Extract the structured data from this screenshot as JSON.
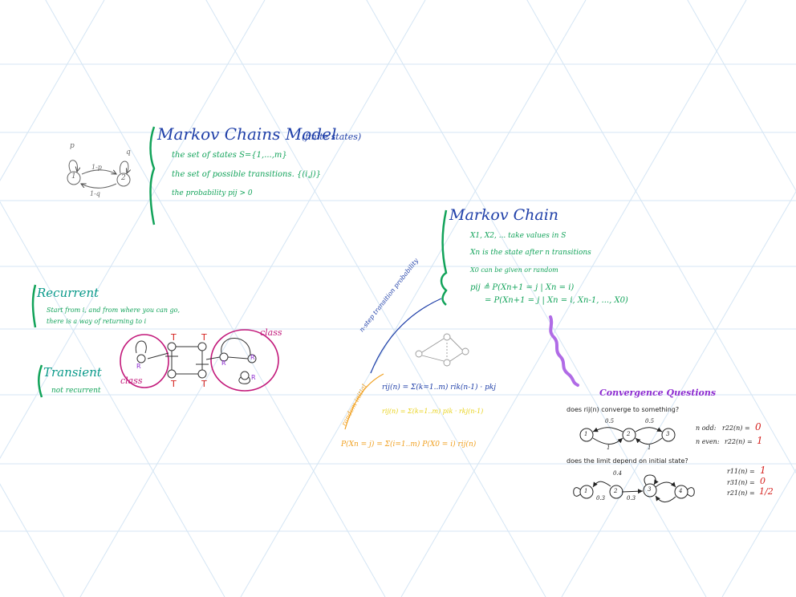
{
  "markov_model": {
    "title": "Markov Chains Model",
    "subtitle": "(finite states)",
    "bullets": [
      "the set of states S={1,...,m}",
      "the set of possible transitions. {(i,j)}",
      "the probability pij > 0"
    ],
    "diagram": {
      "loop1": "p",
      "loop2": "q",
      "forward": "1-p",
      "backward": "1-q",
      "state1": "1",
      "state2": "2"
    }
  },
  "markov_chain": {
    "title": "Markov Chain",
    "bullets": [
      "X1, X2, ... take values in S",
      "Xn is the state after n transitions",
      "X0 can be given or random",
      "pij ≜ P(Xn+1 = j | Xn = i)",
      "= P(Xn+1 = j | Xn = i, Xn-1, ..., X0)"
    ]
  },
  "recurrent": {
    "title": "Recurrent",
    "line1": "Start from i, and from where you can go,",
    "line2": "there is a way of returning to i"
  },
  "transient": {
    "title": "Transient",
    "desc": "not recurrent"
  },
  "class_diagram": {
    "class_label_1": "class",
    "class_label_2": "class",
    "t": "T",
    "r": "R"
  },
  "n_step": {
    "arc_label": "n-step transition probability",
    "random_init_label": "random initial",
    "formula1": "rij(n) = Σ(k=1..m) rik(n-1) · pkj",
    "formula2": "rij(n) = Σ(k=1..m) pik · rkj(n-1)",
    "formula3": "P(Xn = j) = Σ(i=1..m) P(X0 = i) rij(n)"
  },
  "convergence": {
    "title": "Convergence Questions",
    "q1": "does rij(n) converge to something?",
    "q2": "does the limit depend on initial state?",
    "d1": {
      "p_a": "0.5",
      "p_b": "0.5",
      "p_c": "1",
      "p_d": "1",
      "s1": "1",
      "s2": "2",
      "s3": "3"
    },
    "n_odd_label": "n odd:",
    "n_odd_expr": "r22(n) =",
    "n_odd_val": "0",
    "n_even_label": "n even:",
    "n_even_expr": "r22(n) =",
    "n_even_val": "1",
    "d2": {
      "p_top": "0.4",
      "p_left": "0.3",
      "p_right": "0.3",
      "s1": "1",
      "s2": "2",
      "s3": "3",
      "s4": "4"
    },
    "r11_expr": "r11(n) =",
    "r11_val": "1",
    "r31_expr": "r31(n) =",
    "r31_val": "0",
    "r21_expr": "r21(n) =",
    "r21_val": "1/2"
  }
}
